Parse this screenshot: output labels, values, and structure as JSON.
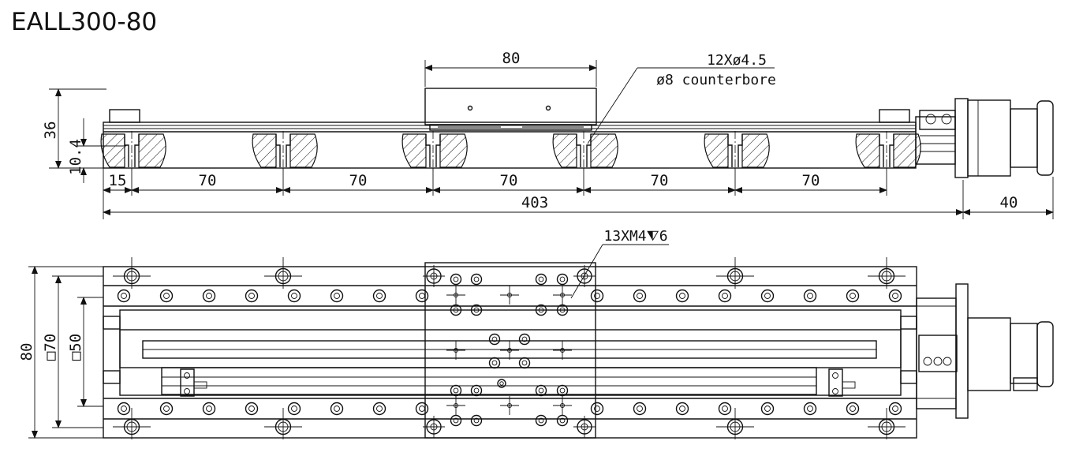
{
  "title": "EALL300-80",
  "front_view": {
    "dims": {
      "d_80": "80",
      "d_36": "36",
      "d_10_4": "10.4",
      "d_15": "15",
      "d_70_a": "70",
      "d_70_b": "70",
      "d_70_c": "70",
      "d_70_d": "70",
      "d_70_e": "70",
      "d_403": "403",
      "d_40": "40"
    },
    "note_holes": "12Xø4.5",
    "note_counterbore": "ø8 counterbore"
  },
  "top_view": {
    "dims": {
      "d_80": "80",
      "d_sq70": "□70",
      "d_sq50": "□50"
    },
    "note_threads": "13XM4⧨6"
  }
}
